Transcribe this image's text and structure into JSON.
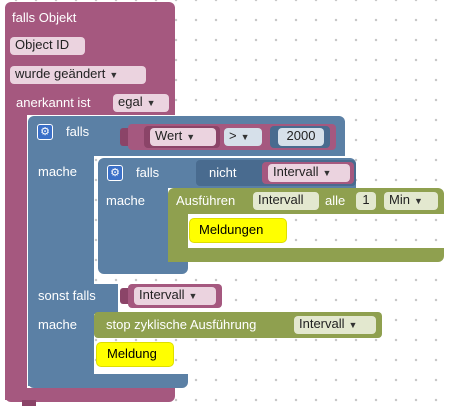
{
  "trigger": {
    "title": "falls Objekt",
    "object_id_label": "Object ID",
    "changed_label": "wurde geändert",
    "ack_label": "anerkannt ist",
    "ack_value": "egal"
  },
  "if_block": {
    "falls_label": "falls",
    "mache_label": "mache",
    "sonst_falls_label": "sonst falls",
    "mache2_label": "mache",
    "condition": {
      "left": "Wert",
      "operator": ">",
      "right": "2000"
    }
  },
  "inner_if": {
    "falls_label": "falls",
    "not_label": "nicht",
    "var_name": "Intervall",
    "mache_label": "mache"
  },
  "interval": {
    "execute_label": "Ausführen",
    "var_name": "Intervall",
    "every_label": "alle",
    "amount": "1",
    "unit": "Min",
    "statement": "Meldungen"
  },
  "else_if": {
    "var_name": "Intervall",
    "stop_label": "stop zyklische Ausführung",
    "stop_var": "Intervall",
    "statement": "Meldung"
  },
  "icons": {
    "gear": "gear-icon",
    "dropdown": "dropdown-arrow-icon"
  },
  "colors": {
    "trigger": "#a5587f",
    "logic": "#5b80a5",
    "timeout": "#8fa04f",
    "comment": "#ffff00"
  }
}
